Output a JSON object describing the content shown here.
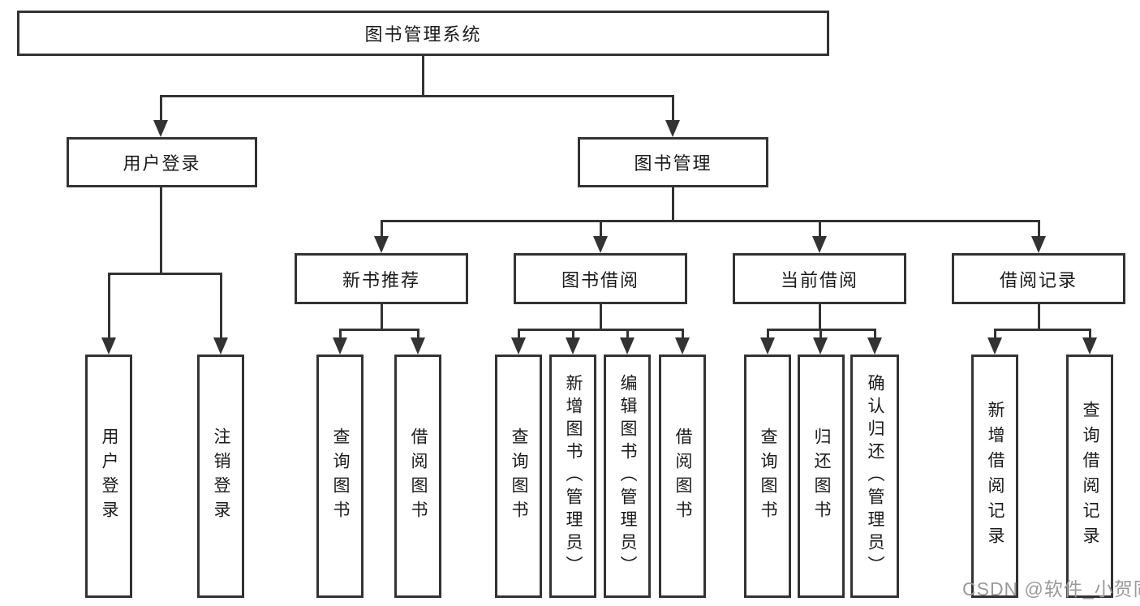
{
  "diagram": {
    "root": {
      "label": "图书管理系统"
    },
    "level2": {
      "user_login": {
        "label": "用户登录"
      },
      "book_mgmt": {
        "label": "图书管理"
      }
    },
    "level3": {
      "new_book_rec": {
        "label": "新书推荐"
      },
      "book_borrow": {
        "label": "图书借阅"
      },
      "current_borrow": {
        "label": "当前借阅"
      },
      "borrow_records": {
        "label": "借阅记录"
      }
    },
    "leaves": {
      "user_login_action": {
        "label": "用户登录"
      },
      "logout": {
        "label": "注销登录"
      },
      "rec_query_books": {
        "label": "查询图书"
      },
      "rec_borrow_books": {
        "label": "借阅图书"
      },
      "bb_query_books": {
        "label": "查询图书"
      },
      "bb_add_books": {
        "label": "新增图书（管理员）"
      },
      "bb_edit_books": {
        "label": "编辑图书（管理员）"
      },
      "bb_borrow_books": {
        "label": "借阅图书"
      },
      "cb_query_books": {
        "label": "查询图书"
      },
      "cb_return_books": {
        "label": "归还图书"
      },
      "cb_confirm_return": {
        "label": "确认归还（管理员）"
      },
      "br_add_record": {
        "label": "新增借阅记录"
      },
      "br_query_record": {
        "label": "查询借阅记录"
      }
    },
    "watermark": "CSDN @软件_小贺同学",
    "colors": {
      "line": "#333333",
      "border": "#333333",
      "text": "#1a1a1a",
      "watermark": "#9a9a9a",
      "background": "#ffffff"
    }
  }
}
